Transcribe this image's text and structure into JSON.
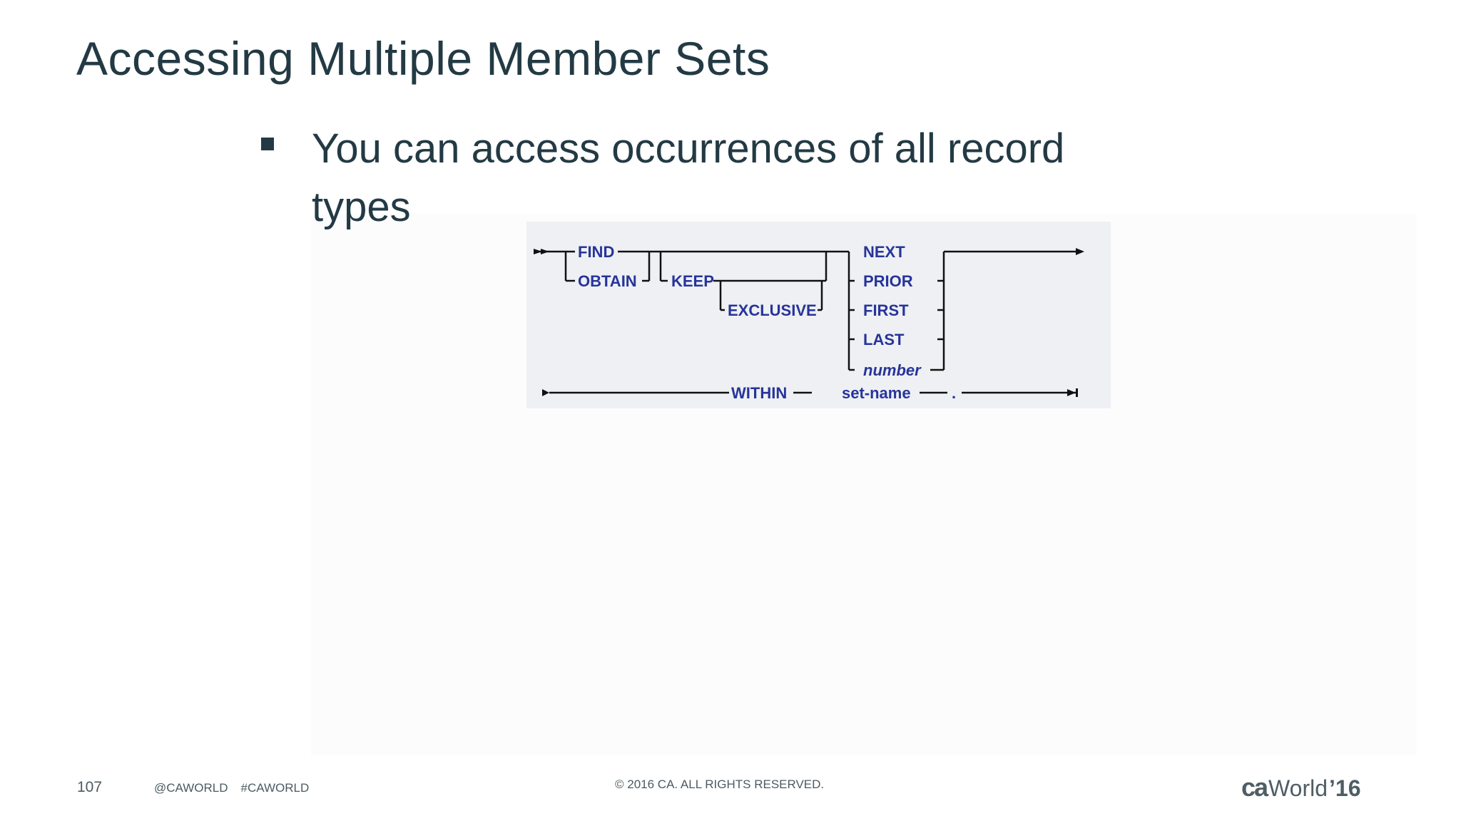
{
  "slide": {
    "title": "Accessing Multiple Member Sets",
    "bullet": "You can access occurrences of all record types"
  },
  "syntax_diagram": {
    "verbs": [
      "FIND",
      "OBTAIN"
    ],
    "options": [
      "KEEP",
      "EXCLUSIVE"
    ],
    "positions": [
      "NEXT",
      "PRIOR",
      "FIRST",
      "LAST",
      "number"
    ],
    "within_keyword": "WITHIN",
    "set_name": "set-name",
    "terminator": "."
  },
  "footer": {
    "page_number": "107",
    "handle": "@CAWORLD",
    "hashtag": "#CAWORLD",
    "copyright": "© 2016 CA. ALL RIGHTS RESERVED.",
    "logo": {
      "brand": "ca",
      "name": "World",
      "year": "’16"
    }
  },
  "colors": {
    "title": "#233a44",
    "syntax_keyword": "#27349a",
    "syntax_background": "#eef0f3",
    "footer_text": "#4c5a62"
  }
}
